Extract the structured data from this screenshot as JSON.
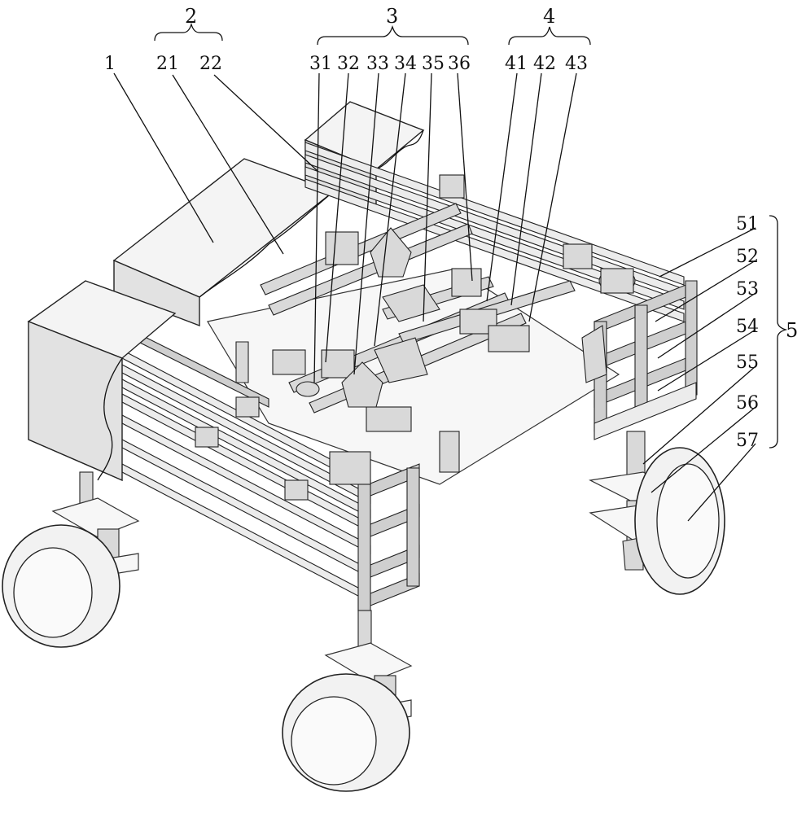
{
  "figure": {
    "groups": [
      {
        "id": "2",
        "text": "2"
      },
      {
        "id": "3",
        "text": "3"
      },
      {
        "id": "4",
        "text": "4"
      },
      {
        "id": "5",
        "text": "5"
      }
    ],
    "labels": {
      "l1": "1",
      "l21": "21",
      "l22": "22",
      "l31": "31",
      "l32": "32",
      "l33": "33",
      "l34": "34",
      "l35": "35",
      "l36": "36",
      "l41": "41",
      "l42": "42",
      "l43": "43",
      "l51": "51",
      "l52": "52",
      "l53": "53",
      "l54": "54",
      "l55": "55",
      "l56": "56",
      "l57": "57"
    }
  }
}
